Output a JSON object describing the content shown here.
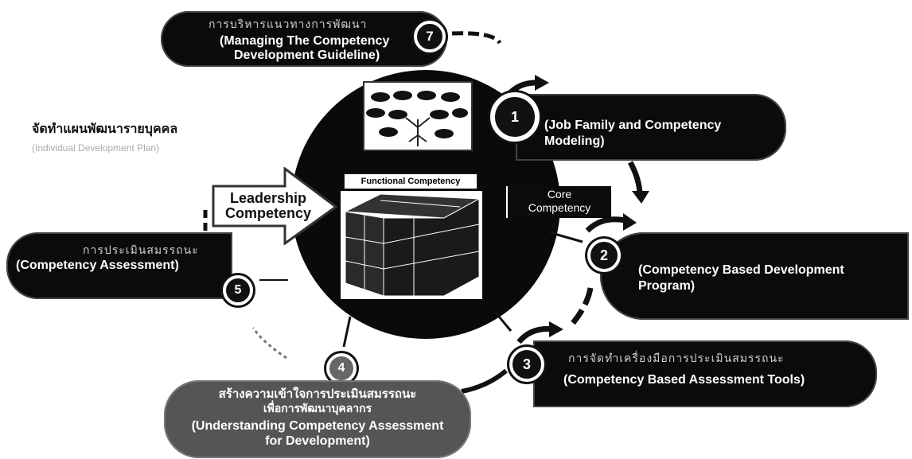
{
  "step7": {
    "number": "7",
    "thai": "การบริหารแนวทางการพัฒนา",
    "en_line1": "(Managing The Competency",
    "en_line2": "Development Guideline)"
  },
  "step1": {
    "number": "1",
    "en_line1": "(Job Family and Competency",
    "en_line2": "Modeling)"
  },
  "step2": {
    "number": "2",
    "en_line1": "(Competency Based Development",
    "en_line2": "Program)"
  },
  "step3": {
    "number": "3",
    "thai": "การจัดทำเครื่องมือการประเมินสมรรถนะ",
    "en_line1": "(Competency Based Assessment Tools)"
  },
  "step4": {
    "number": "4",
    "thai_line1": "สร้างความเข้าใจการประเมินสมรรถนะ",
    "thai_line2": "เพื่อการพัฒนาบุคลากร",
    "en_line1": "(Understanding Competency Assessment",
    "en_line2": "for Development)"
  },
  "step5": {
    "number": "5",
    "thai": "การประเมินสมรรถนะ",
    "en_line1": "(Competency Assessment)"
  },
  "side_note": {
    "title": "จัดทำแผนพัฒนารายบุคคล",
    "line2": "(Individual Development Plan)"
  },
  "center": {
    "leadership_line1": "Leadership",
    "leadership_line2": "Competency",
    "core_line1": "Core",
    "core_line2": "Competency",
    "functional_label": "Functional Competency"
  },
  "colors": {
    "dark": "#0b0b0b",
    "accent_arrow": "#111111"
  }
}
